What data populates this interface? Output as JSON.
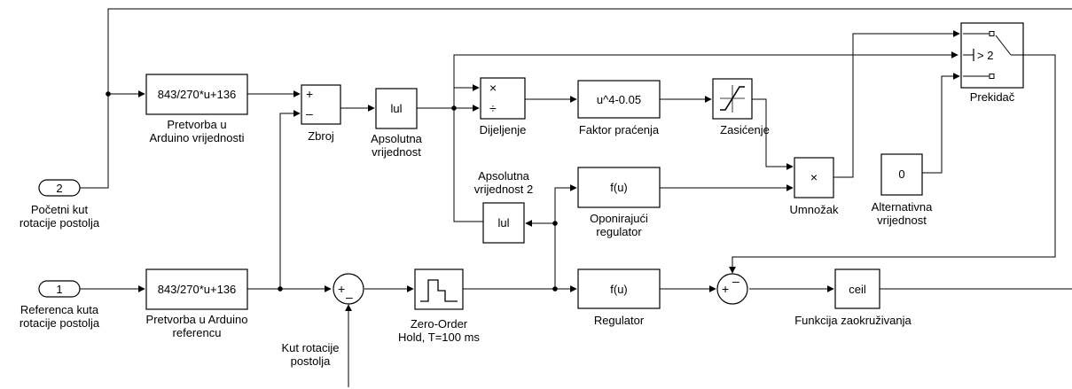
{
  "inports": [
    {
      "id": "in1",
      "number": "1",
      "label_lines": [
        "Referenca kuta",
        "rotacije postolja"
      ]
    },
    {
      "id": "in2",
      "number": "2",
      "label_lines": [
        "Početni kut",
        "rotacije postolja"
      ]
    }
  ],
  "blocks": {
    "pretvorba_ref": {
      "text": "843/270*u+136",
      "label_lines": [
        "Pretvorba u Arduino",
        "referencu"
      ]
    },
    "pretvorba_vr": {
      "text": "843/270*u+136",
      "label_lines": [
        "Pretvorba u",
        "Arduino vrijednosti"
      ]
    },
    "zbroj": {
      "signs": [
        "+",
        "–"
      ],
      "label": "Zbroj"
    },
    "abs1": {
      "text": "lul",
      "label_lines": [
        "Apsolutna",
        "vrijednost"
      ]
    },
    "dijeljenje": {
      "ops": [
        "×",
        "÷"
      ],
      "label": "Dijeljenje"
    },
    "faktor": {
      "text": "u^4-0.05",
      "label": "Faktor praćenja"
    },
    "zasicenje": {
      "label": "Zasićenje"
    },
    "umnozak": {
      "op": "×",
      "label": "Umnožak"
    },
    "alternativna": {
      "text": "0",
      "label_lines": [
        "Alternativna",
        "vrijednost"
      ]
    },
    "prekidac": {
      "text": "> 2",
      "label": "Prekidač"
    },
    "abs2": {
      "text": "lul",
      "label_lines": [
        "Apsolutna",
        "vrijednost 2"
      ]
    },
    "oponirajuci": {
      "text": "f(u)",
      "label_lines": [
        "Oponirajući",
        "regulator"
      ]
    },
    "regulator": {
      "text": "f(u)",
      "label": "Regulator"
    },
    "sum1": {
      "signs": [
        "+",
        "–"
      ]
    },
    "zoh": {
      "label_lines": [
        "Zero-Order",
        "Hold, T=100 ms"
      ]
    },
    "sum2": {
      "signs": [
        "+",
        "–"
      ]
    },
    "ceil": {
      "text": "ceil",
      "label": "Funkcija zaokruživanja"
    }
  },
  "signals": {
    "kut_rotacije": {
      "label_lines": [
        "Kut rotacije",
        "postolja"
      ]
    }
  }
}
